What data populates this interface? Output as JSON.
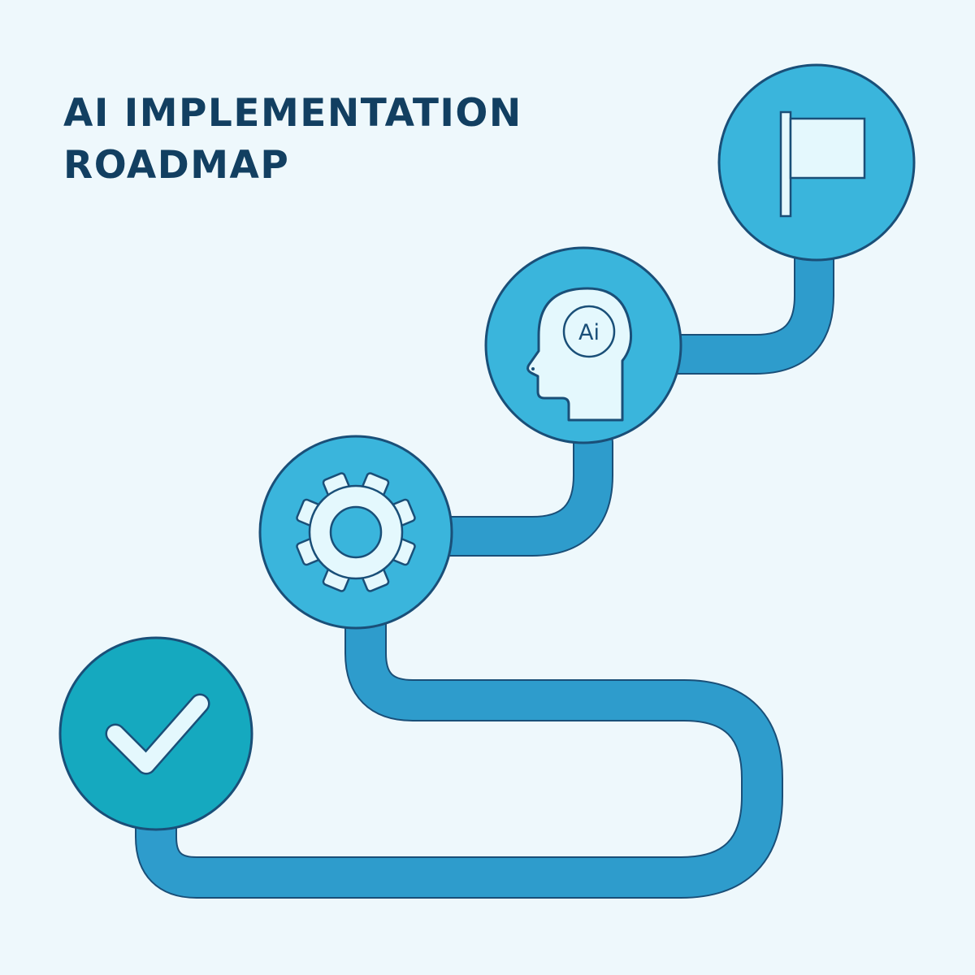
{
  "title": {
    "line1": "AI IMPLEMENTATION",
    "line2": "ROADMAP"
  },
  "milestones": [
    {
      "icon": "check-icon",
      "label": ""
    },
    {
      "icon": "gear-icon",
      "label": ""
    },
    {
      "icon": "ai-head-icon",
      "label": "Ai"
    },
    {
      "icon": "flag-icon",
      "label": ""
    }
  ],
  "colors": {
    "background": "#eef8fc",
    "title": "#123f61",
    "path": "#2e9ccc",
    "outline": "#1a4f78",
    "node": "#3ab5dc",
    "node_start": "#15a9bf",
    "icon_fill": "#e4f8fd"
  }
}
